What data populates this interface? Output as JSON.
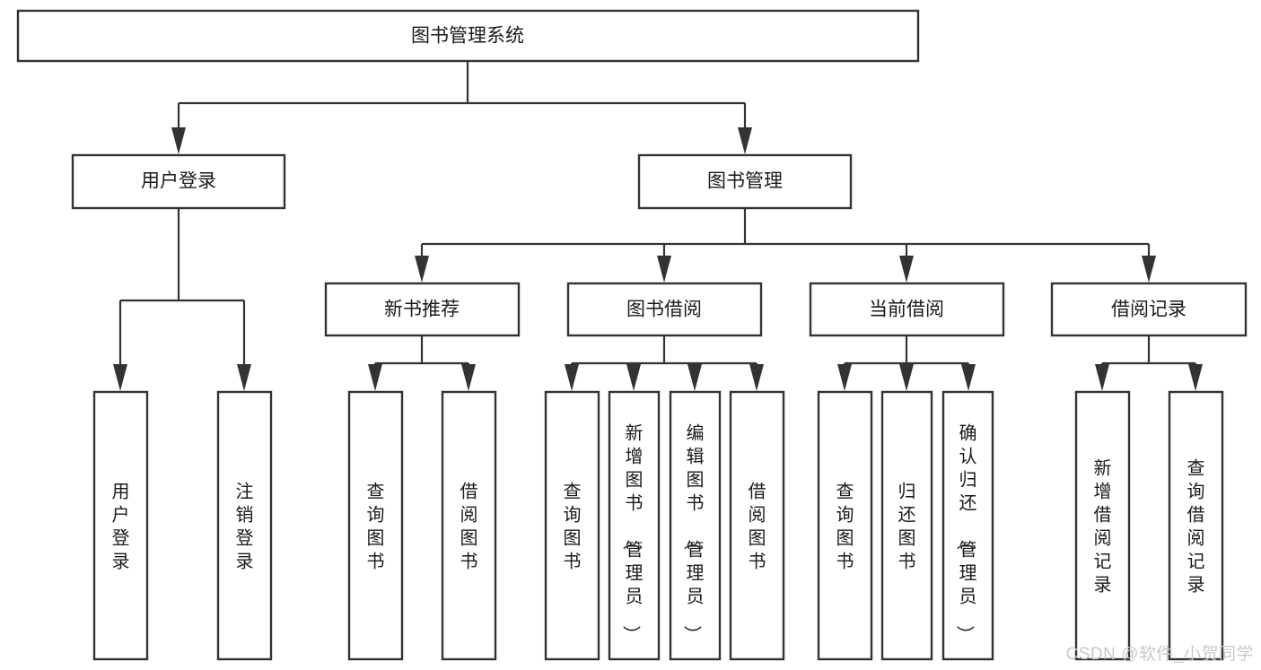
{
  "diagram": {
    "type": "hierarchy-tree",
    "title": "图书管理系统",
    "root": {
      "id": "root",
      "label": "图书管理系统",
      "orientation": "horizontal"
    },
    "level2": [
      {
        "id": "user-login",
        "label": "用户登录",
        "orientation": "horizontal"
      },
      {
        "id": "book-manage",
        "label": "图书管理",
        "orientation": "horizontal"
      }
    ],
    "level3": [
      {
        "id": "new-book-recommend",
        "label": "新书推荐",
        "orientation": "horizontal",
        "parent": "book-manage"
      },
      {
        "id": "book-borrow",
        "label": "图书借阅",
        "orientation": "horizontal",
        "parent": "book-manage"
      },
      {
        "id": "current-borrow",
        "label": "当前借阅",
        "orientation": "horizontal",
        "parent": "book-manage"
      },
      {
        "id": "borrow-record",
        "label": "借阅记录",
        "orientation": "horizontal",
        "parent": "book-manage"
      }
    ],
    "leaves": [
      {
        "id": "leaf-user-login",
        "label": "用户登录",
        "orientation": "vertical",
        "parent": "user-login"
      },
      {
        "id": "leaf-logout",
        "label": "注销登录",
        "orientation": "vertical",
        "parent": "user-login"
      },
      {
        "id": "leaf-query-book-1",
        "label": "查询图书",
        "orientation": "vertical",
        "parent": "new-book-recommend"
      },
      {
        "id": "leaf-borrow-book-1",
        "label": "借阅图书",
        "orientation": "vertical",
        "parent": "new-book-recommend"
      },
      {
        "id": "leaf-query-book-2",
        "label": "查询图书",
        "orientation": "vertical",
        "parent": "book-borrow"
      },
      {
        "id": "leaf-add-book",
        "label": "新增图书（管理员）",
        "orientation": "vertical",
        "parent": "book-borrow"
      },
      {
        "id": "leaf-edit-book",
        "label": "编辑图书（管理员）",
        "orientation": "vertical",
        "parent": "book-borrow"
      },
      {
        "id": "leaf-borrow-book-2",
        "label": "借阅图书",
        "orientation": "vertical",
        "parent": "book-borrow"
      },
      {
        "id": "leaf-query-book-3",
        "label": "查询图书",
        "orientation": "vertical",
        "parent": "current-borrow"
      },
      {
        "id": "leaf-return-book",
        "label": "归还图书",
        "orientation": "vertical",
        "parent": "current-borrow"
      },
      {
        "id": "leaf-confirm-return",
        "label": "确认归还（管理员）",
        "orientation": "vertical",
        "parent": "current-borrow"
      },
      {
        "id": "leaf-add-record",
        "label": "新增借阅记录",
        "orientation": "vertical",
        "parent": "borrow-record"
      },
      {
        "id": "leaf-query-record",
        "label": "查询借阅记录",
        "orientation": "vertical",
        "parent": "borrow-record"
      }
    ],
    "colors": {
      "box_stroke": "#333333",
      "box_fill": "#ffffff",
      "text": "#1a1a1a",
      "connector": "#333333",
      "watermark": "#c9c9c9",
      "background": "#ffffff"
    }
  },
  "watermark": {
    "text": "CSDN @软件_小贺同学"
  }
}
